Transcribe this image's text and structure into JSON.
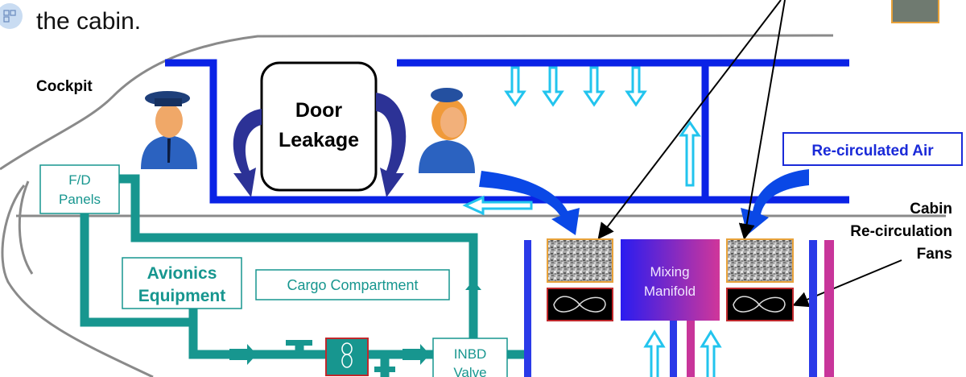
{
  "heading": {
    "text": "the cabin.",
    "bullet_icon": "qr-code-icon"
  },
  "labels": {
    "cockpit": "Cockpit",
    "door_line1": "Door",
    "door_line2": "Leakage",
    "recirculated_air": "Re-circulated Air",
    "fans_line1": "Cabin",
    "fans_line2": "Re-circulation",
    "fans_line3": "Fans",
    "fd_line1": "F/D",
    "fd_line2": "Panels",
    "avionics_line1": "Avionics",
    "avionics_line2": "Equipment",
    "cargo": "Cargo Compartment",
    "mixing_line1": "Mixing",
    "mixing_line2": "Manifold",
    "inbd_line1": "INBD",
    "inbd_line2": "Valve"
  },
  "colors": {
    "duct_blue": "#0a22e6",
    "airflow_cyan": "#22c4ee",
    "avionics_teal": "#17968f",
    "manifold_start": "#2a1cf0",
    "manifold_end": "#d0369a",
    "recirc_magenta": "#c8359a",
    "fuselage_gray": "#8a8a8a",
    "filter_border": "#e8a23a",
    "fan_border": "#c0282c",
    "door_arrow": "#2c3296"
  }
}
